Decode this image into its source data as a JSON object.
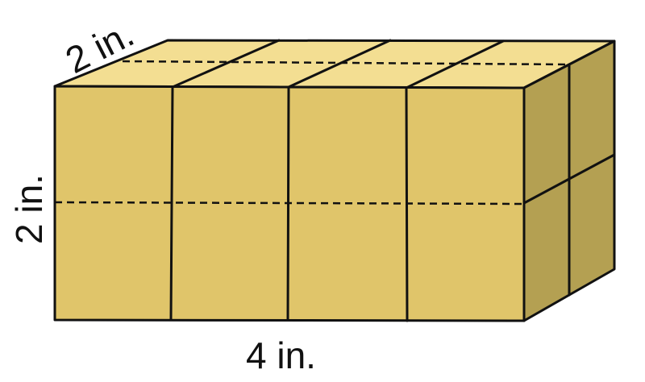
{
  "labels": {
    "depth": "2 in.",
    "height": "2 in.",
    "width": "4 in."
  },
  "colors": {
    "front_face": "#E0C56A",
    "top_face": "#F3DE92",
    "side_face": "#B4A052",
    "outline": "#111111",
    "background": "#FFFFFF"
  }
}
